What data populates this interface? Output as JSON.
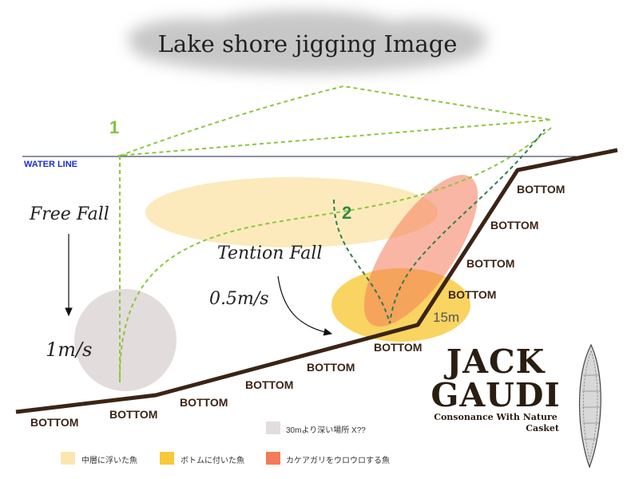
{
  "title": "Lake shore jigging Image",
  "water_line": "WATER LINE",
  "labels": {
    "route1": "1",
    "route2": "2",
    "free_fall": "Free Fall",
    "tention_fall": "Tention Fall",
    "speed_slow": "0.5m/s",
    "speed_fast": "1m/s",
    "depth": "15m"
  },
  "bottom_label": "BOTTOM",
  "brand": {
    "name_line1": "JACK",
    "name_line2": "GAUDI",
    "tagline": "Consonance With Nature",
    "tagline2": "Casket"
  },
  "legend": {
    "deep_area": "30mより深い場所 X??",
    "mid_layer": "中層に浮いた魚",
    "on_bottom": "ボトムに付いた魚",
    "on_slope": "カケアガリをウロウロする魚"
  },
  "colors": {
    "bottom_line": "#3b2415",
    "water_line": "#1a2fd1",
    "route1": "#8cc63f",
    "route2": "#2f7d52",
    "mid_layer": "#fbe6b0",
    "on_bottom": "#f8c93a",
    "on_slope": "#f47a5a",
    "deep_area": "#e3dcdc"
  }
}
